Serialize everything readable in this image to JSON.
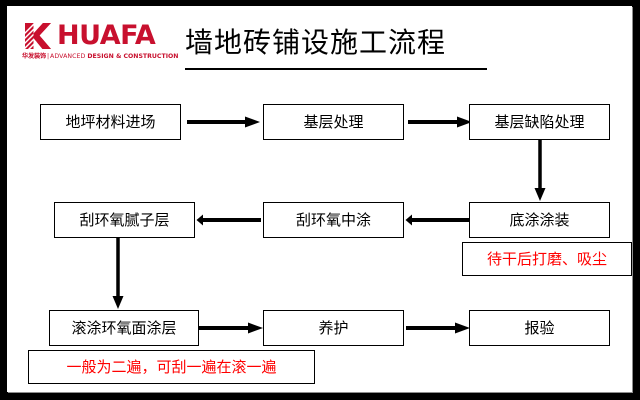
{
  "document": {
    "title": "墙地砖铺设施工流程",
    "background_color": "#ffffff",
    "frame_color": "#000000"
  },
  "brand": {
    "mark_icon": "huafa-k-logo-icon",
    "wordmark": "HUAFA",
    "subtitle_cn": "华发装饰",
    "subtitle_separator": "|",
    "subtitle_en_light": "ADVANCED",
    "subtitle_en_bold": "DESIGN & CONSTRUCTION",
    "color": "#c8102e"
  },
  "flowchart": {
    "type": "process-flow",
    "node_text_color": "#000000",
    "note_text_color": "#ff0000",
    "rows": [
      {
        "direction": "left-to-right",
        "nodes": [
          {
            "id": "n1",
            "label": "地坪材料进场"
          },
          {
            "id": "n2",
            "label": "基层处理"
          },
          {
            "id": "n3",
            "label": "基层缺陷处理"
          }
        ]
      },
      {
        "direction": "right-to-left",
        "nodes": [
          {
            "id": "n4",
            "label": "刮环氧腻子层"
          },
          {
            "id": "n5",
            "label": "刮环氧中涂"
          },
          {
            "id": "n6",
            "label": "底涂涂装"
          }
        ]
      },
      {
        "direction": "left-to-right",
        "nodes": [
          {
            "id": "n7",
            "label": "滚涂环氧面涂层"
          },
          {
            "id": "n8",
            "label": "养护"
          },
          {
            "id": "n9",
            "label": "报验"
          }
        ]
      }
    ],
    "notes": [
      {
        "id": "note1",
        "label": "待干后打磨、吸尘",
        "attached_to": "n6"
      },
      {
        "id": "note2",
        "label": "一般为二遍，可刮一遍在滚一遍",
        "attached_to": "n7"
      }
    ],
    "connectors": [
      {
        "from": "n1",
        "to": "n2",
        "orientation": "horizontal",
        "direction": "right"
      },
      {
        "from": "n2",
        "to": "n3",
        "orientation": "horizontal",
        "direction": "right"
      },
      {
        "from": "n3",
        "to": "n6",
        "orientation": "vertical",
        "direction": "down"
      },
      {
        "from": "n6",
        "to": "n5",
        "orientation": "horizontal",
        "direction": "left"
      },
      {
        "from": "n5",
        "to": "n4",
        "orientation": "horizontal",
        "direction": "left"
      },
      {
        "from": "n4",
        "to": "n7",
        "orientation": "vertical",
        "direction": "down"
      },
      {
        "from": "n7",
        "to": "n8",
        "orientation": "horizontal",
        "direction": "right"
      },
      {
        "from": "n8",
        "to": "n9",
        "orientation": "horizontal",
        "direction": "right"
      }
    ]
  }
}
